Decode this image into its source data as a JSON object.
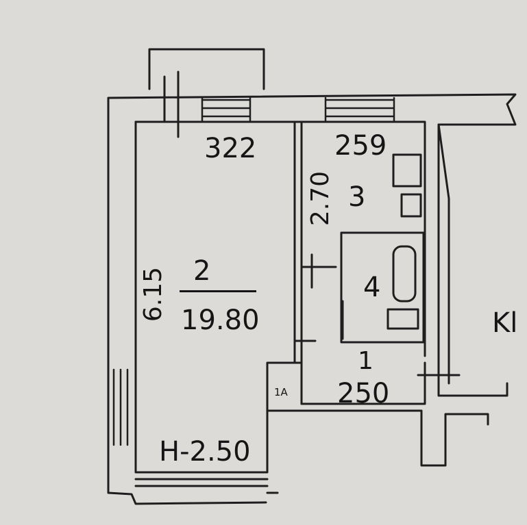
{
  "plan": {
    "dimensions": {
      "room_width": "322",
      "kitchen_width": "259",
      "hall_width": "250",
      "room_depth": "6.15",
      "kitchen_depth": "2.70"
    },
    "rooms": [
      {
        "number": "2",
        "area": "19.80"
      },
      {
        "number": "3"
      },
      {
        "number": "4"
      },
      {
        "number": "1"
      },
      {
        "number": "1A"
      }
    ],
    "ceiling_height": "H-2.50",
    "edge_text": "Kl"
  }
}
